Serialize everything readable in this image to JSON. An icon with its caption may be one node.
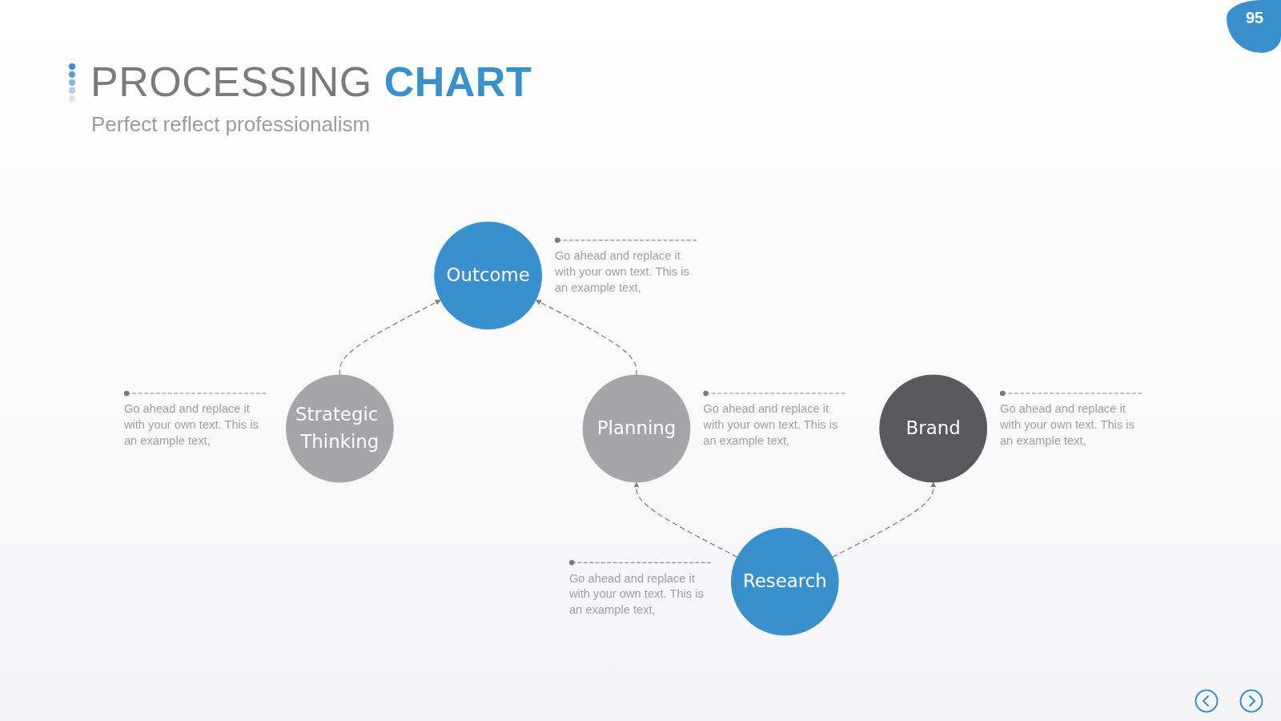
{
  "diagram": {
    "title": "PROCESSING **CHART**",
    "nodes": [
      {
        "text": [
          "Outcome"
        ],
        "beside": [
          "Go ahead and replace it with your own text. This is an example text,"
        ]
      },
      {
        "text": [
          "Strategic Thinking"
        ],
        "beside": [
          "Go ahead and replace it with your own text. This is an example text,"
        ]
      },
      {
        "text": [
          "Research"
        ],
        "beside": [
          "Go ahead and replace it with your own text. This is an example text,"
        ]
      },
      {
        "text": [
          "Planning"
        ],
        "beside": [
          "Go ahead and replace it with your own text. This is an example text,"
        ]
      },
      {
        "text": [
          "Brand"
        ],
        "beside": [
          "Go ahead and replace it with your own text. This is an example text,"
        ]
      }
    ],
    "edges": [
      {
        "from": 1,
        "to": 0,
        "arrow": "to",
        "style": "dashed"
      },
      {
        "from": 2,
        "to": 3,
        "arrow": "to",
        "style": "dashed"
      },
      {
        "from": 2,
        "to": 4,
        "arrow": "to",
        "style": "dashed"
      },
      {
        "from": 3,
        "to": 0,
        "arrow": "to",
        "style": "dashed"
      }
    ],
    "labels": [
      "Perfect reflect professionalism",
      "95"
    ]
  }
}
